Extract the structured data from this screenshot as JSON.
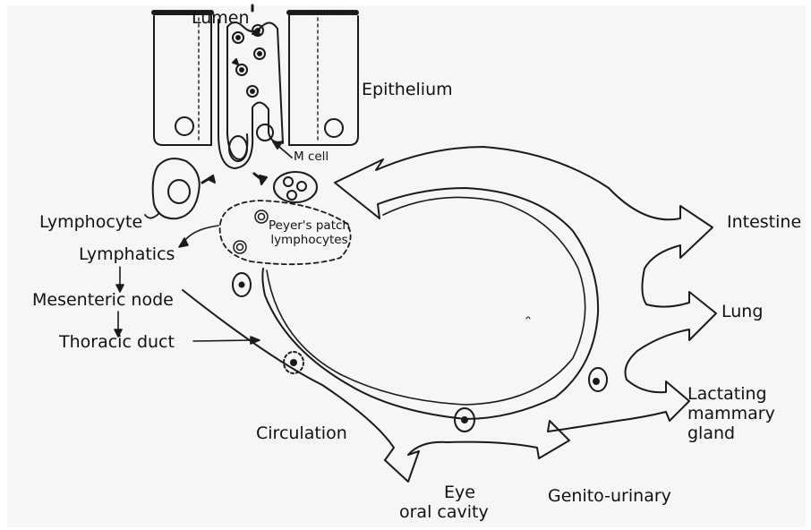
{
  "labels": {
    "lumen": "Lumen",
    "epithelium": "Epithelium",
    "m_cell": "M cell",
    "lymphocyte": "Lymphocyte",
    "peyers_patch_line1": "Peyer's patch",
    "peyers_patch_line2": "lymphocytes",
    "lymphatics": "Lymphatics",
    "mesenteric_node": "Mesenteric node",
    "thoracic_duct": "Thoracic duct",
    "circulation": "Circulation",
    "eye_line1": "Eye",
    "eye_line2": "oral cavity",
    "genito_urinary": "Genito-urinary",
    "intestine": "Intestine",
    "lung": "Lung",
    "mammary_line1": "Lactating",
    "mammary_line2": "mammary",
    "mammary_line3": "gland"
  },
  "colors": {
    "ink": "#1a1a1a",
    "panel": "#f6f6f6"
  }
}
